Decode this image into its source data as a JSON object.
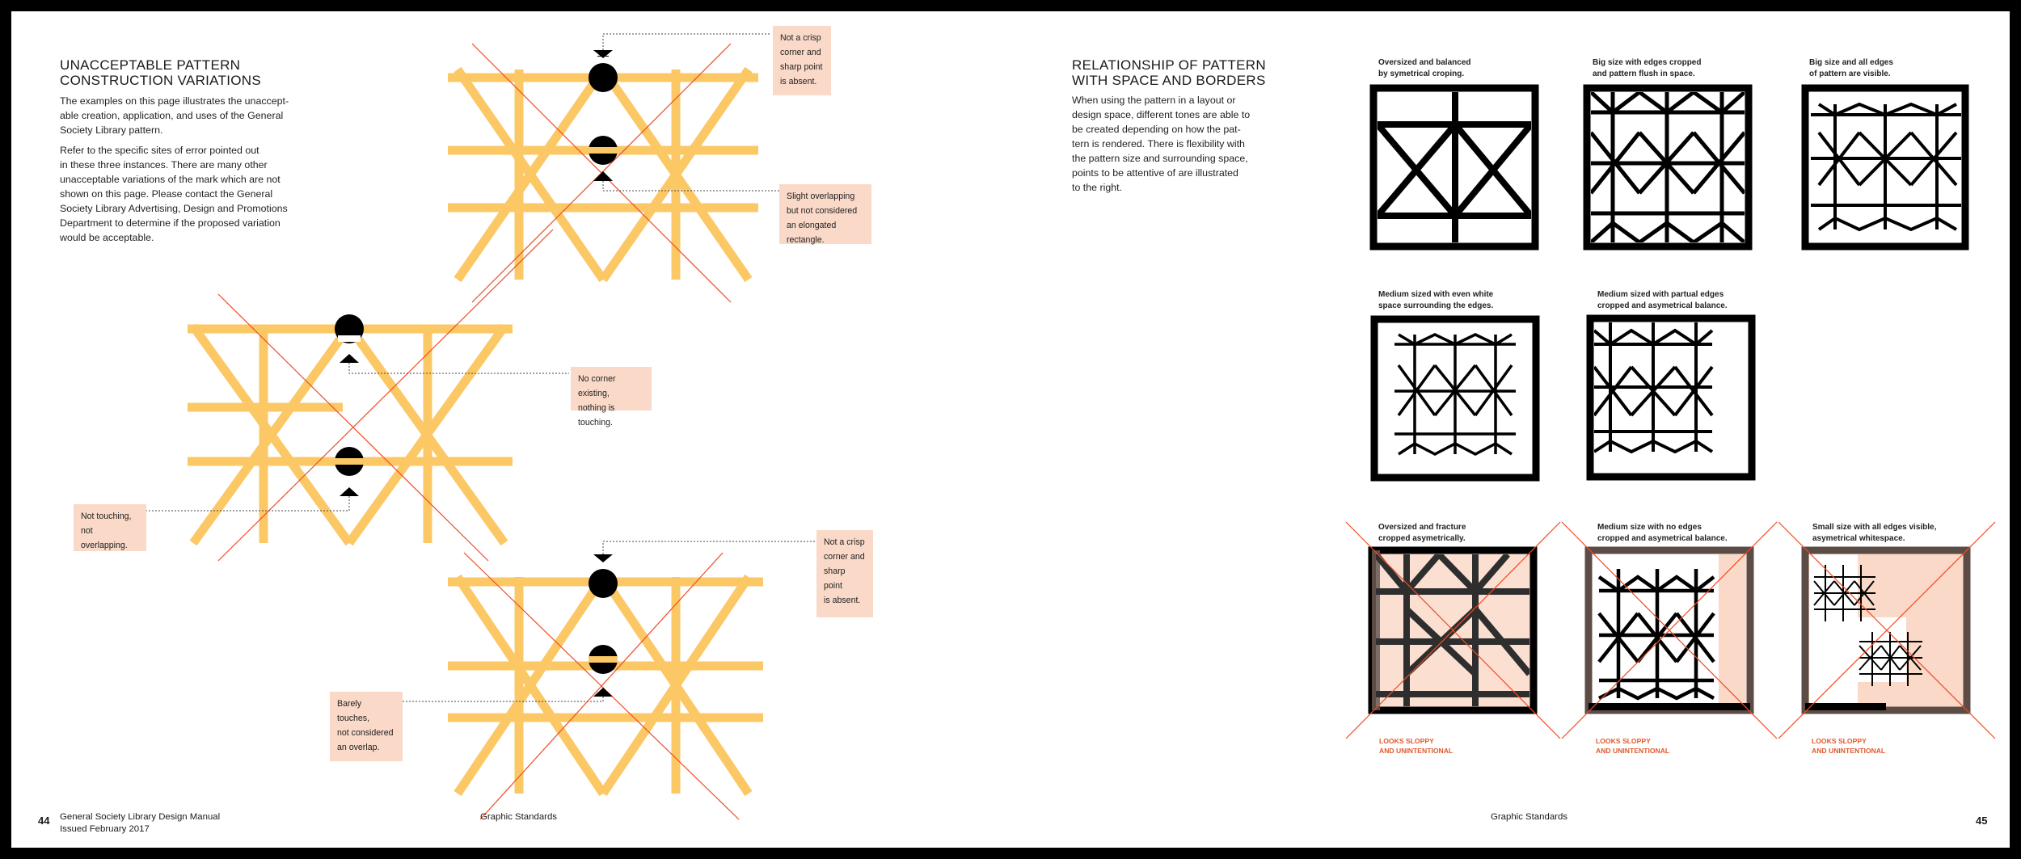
{
  "colors": {
    "pattern_yellow": "#fbc865",
    "error_red": "#ef4b26",
    "caption_bg": "#fad9c8",
    "warn_orange": "#e0592a",
    "frame_brown": "#5d4c45"
  },
  "left": {
    "title_line1": "UNACCEPTABLE PATTERN",
    "title_line2": "CONSTRUCTION VARIATIONS",
    "para1": [
      "The examples on this page illustrates the unaccept-",
      "able creation, application, and uses of the General",
      "Society Library pattern."
    ],
    "para2": [
      "Refer to the specific sites of error pointed out",
      "in these three instances. There are many other",
      "unacceptable variations of the mark which are not",
      "shown on this page. Please contact the General",
      "Society Library Advertising, Design and Promotions",
      "Department to determine if the proposed variation",
      "would be acceptable."
    ],
    "callouts": {
      "c1": [
        "Not a crisp",
        "corner and",
        "sharp point",
        "is absent."
      ],
      "c2": [
        "Slight overlapping",
        "but not considered",
        "an elongated rectangle."
      ],
      "c3": [
        "No corner existing,",
        "nothing is touching."
      ],
      "c4": [
        "Not touching,",
        "not overlapping."
      ],
      "c5": [
        "Not a crisp",
        "corner and",
        "sharp point",
        "is absent."
      ],
      "c6": [
        "Barely touches,",
        "not considered",
        "an overlap."
      ]
    },
    "footer": {
      "page_number": "44",
      "manual_line1": "General Society Library Design Manual",
      "manual_line2": "Issued February 2017",
      "section": "Graphic Standards"
    }
  },
  "right": {
    "title_line1": "RELATIONSHIP OF PATTERN",
    "title_line2": "WITH SPACE AND BORDERS",
    "para": [
      "When using the pattern in a layout or",
      "design space, different tones are able to",
      "be created depending on how the pat-",
      "tern is rendered. There is flexibility with",
      "the pattern size and surrounding space,",
      "points to be attentive of are illustrated",
      "to the right."
    ],
    "thumbs": [
      {
        "caption": [
          "Oversized and balanced",
          "by symetrical croping."
        ]
      },
      {
        "caption": [
          "Big size with edges cropped",
          "and pattern flush in space."
        ]
      },
      {
        "caption": [
          "Big size and all edges",
          "of pattern are visible."
        ]
      },
      {
        "caption": [
          "Medium sized with even white",
          "space surrounding the edges."
        ]
      },
      {
        "caption": [
          "Medium sized with partual edges",
          "cropped and asymetrical balance."
        ]
      },
      {
        "caption": [
          "Oversized and fracture",
          "cropped asymetrically."
        ],
        "warning": [
          "LOOKS SLOPPY",
          "AND UNINTENTIONAL"
        ]
      },
      {
        "caption": [
          "Medium size with no edges",
          "cropped and asymetrical balance."
        ],
        "warning": [
          "LOOKS SLOPPY",
          "AND UNINTENTIONAL"
        ]
      },
      {
        "caption": [
          "Small size with all edges visible,",
          "asymetrical  whitespace."
        ],
        "warning": [
          "LOOKS SLOPPY",
          "AND UNINTENTIONAL"
        ]
      }
    ],
    "footer": {
      "section": "Graphic Standards",
      "page_number": "45"
    }
  }
}
